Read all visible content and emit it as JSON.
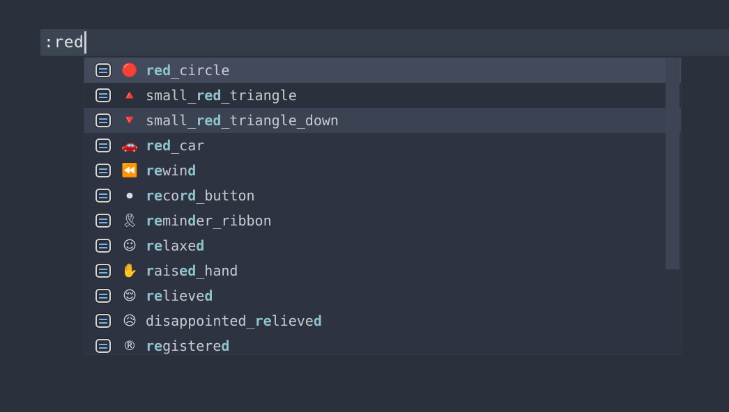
{
  "theme": {
    "background": "#2b313c",
    "popup_background": "#2d3340",
    "selected_row": "#424a5c",
    "current_line": "#343b49",
    "match_color": "#8ec3cc",
    "text_color": "#c7ccd4",
    "icon_bar_color": "#7cb2e8",
    "scrollbar_thumb": "#3d4555"
  },
  "editor": {
    "query_text": ":red",
    "caret_visible": true
  },
  "popup": {
    "icon_name": "property-list-icon",
    "scrollbar": {
      "name": "vertical-scrollbar",
      "thumb_top_pct": 0,
      "thumb_height_pct": 71
    },
    "items": [
      {
        "emoji": "🔴",
        "emoji_name": "red-circle-emoji",
        "row_style": "sel",
        "segments": [
          {
            "t": "red",
            "m": true
          },
          {
            "t": "_circle",
            "m": false
          }
        ]
      },
      {
        "emoji": "🔺",
        "emoji_name": "small-red-triangle-emoji",
        "row_style": "odd-dark",
        "segments": [
          {
            "t": "small_",
            "m": false
          },
          {
            "t": "red",
            "m": true
          },
          {
            "t": "_triangle",
            "m": false
          }
        ]
      },
      {
        "emoji": "🔻",
        "emoji_name": "small-red-triangle-down-emoji",
        "row_style": "odd-lite",
        "segments": [
          {
            "t": "small_",
            "m": false
          },
          {
            "t": "red",
            "m": true
          },
          {
            "t": "_triangle_down",
            "m": false
          }
        ]
      },
      {
        "emoji": "🚗",
        "emoji_name": "red-car-emoji",
        "row_style": "plain",
        "segments": [
          {
            "t": "red",
            "m": true
          },
          {
            "t": "_car",
            "m": false
          }
        ]
      },
      {
        "emoji": "⏪",
        "emoji_name": "rewind-emoji",
        "row_style": "plain",
        "segments": [
          {
            "t": "re",
            "m": true
          },
          {
            "t": "win",
            "m": false
          },
          {
            "t": "d",
            "m": true
          }
        ]
      },
      {
        "emoji": "⏺",
        "emoji_name": "record-button-emoji",
        "row_style": "plain",
        "segments": [
          {
            "t": "re",
            "m": true
          },
          {
            "t": "co",
            "m": false
          },
          {
            "t": "rd",
            "m": true
          },
          {
            "t": "_button",
            "m": false
          }
        ]
      },
      {
        "emoji": "🎗",
        "emoji_name": "reminder-ribbon-emoji",
        "row_style": "plain",
        "segments": [
          {
            "t": "re",
            "m": true
          },
          {
            "t": "min",
            "m": false
          },
          {
            "t": "d",
            "m": true
          },
          {
            "t": "er_ribbon",
            "m": false
          }
        ]
      },
      {
        "emoji": "☺",
        "emoji_name": "relaxed-emoji",
        "row_style": "plain",
        "segments": [
          {
            "t": "re",
            "m": true
          },
          {
            "t": "laxe",
            "m": false
          },
          {
            "t": "d",
            "m": true
          }
        ]
      },
      {
        "emoji": "✋",
        "emoji_name": "raised-hand-emoji",
        "row_style": "plain",
        "segments": [
          {
            "t": "r",
            "m": true
          },
          {
            "t": "ais",
            "m": false
          },
          {
            "t": "ed",
            "m": true
          },
          {
            "t": "_hand",
            "m": false
          }
        ]
      },
      {
        "emoji": "😌",
        "emoji_name": "relieved-emoji",
        "row_style": "plain",
        "segments": [
          {
            "t": "re",
            "m": true
          },
          {
            "t": "lieve",
            "m": false
          },
          {
            "t": "d",
            "m": true
          }
        ]
      },
      {
        "emoji": "😥",
        "emoji_name": "disappointed-relieved-emoji",
        "row_style": "plain",
        "segments": [
          {
            "t": "disappointed_",
            "m": false
          },
          {
            "t": "re",
            "m": true
          },
          {
            "t": "lieve",
            "m": false
          },
          {
            "t": "d",
            "m": true
          }
        ]
      },
      {
        "emoji": "®",
        "emoji_name": "registered-emoji",
        "row_style": "plain",
        "segments": [
          {
            "t": "re",
            "m": true
          },
          {
            "t": "gistere",
            "m": false
          },
          {
            "t": "d",
            "m": true
          }
        ]
      }
    ]
  }
}
